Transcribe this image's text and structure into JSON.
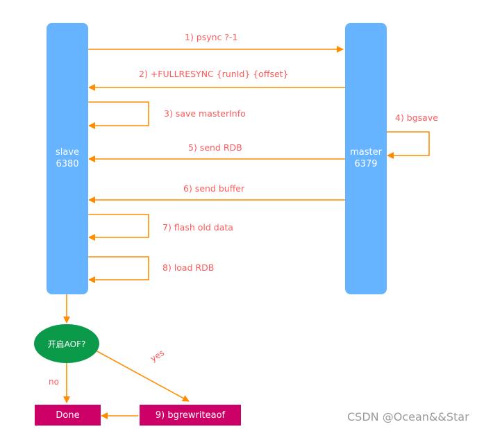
{
  "slave": {
    "name": "slave",
    "port": "6380"
  },
  "master": {
    "name": "master",
    "port": "6379"
  },
  "steps": [
    "1) psync ?-1",
    "2) +FULLRESYNC {runId} {offset}",
    "3) save masterInfo",
    "4) bgsave",
    "5)  send RDB",
    "6)  send buffer",
    "7)  flash old data",
    "8)  load RDB"
  ],
  "decision": "开启AOF?",
  "branches": {
    "yes": "yes",
    "no": "no"
  },
  "boxes": {
    "done": "Done",
    "rewrite": "9) bgrewriteaof"
  },
  "watermark": "CSDN @Ocean&&Star",
  "colors": {
    "bar": "#66b3ff",
    "arrow": "#ff8c00",
    "text": "#ff5a5a",
    "box": "#cc0066",
    "decision": "#0a9a4a"
  }
}
